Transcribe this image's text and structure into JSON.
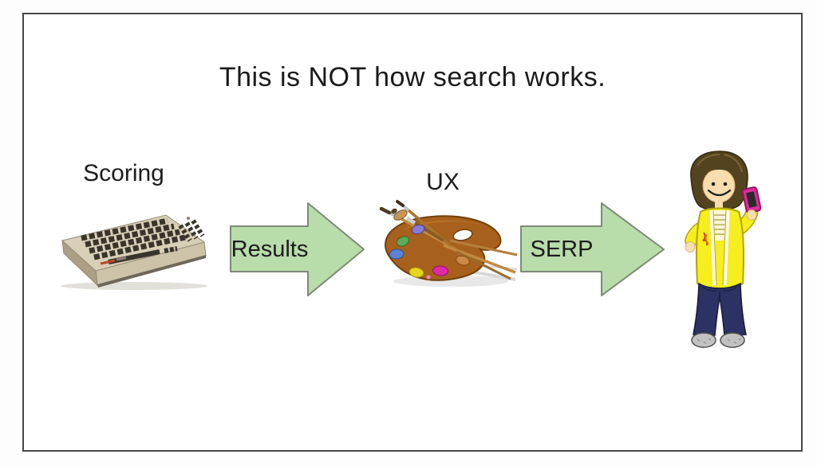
{
  "slide": {
    "title": "This is NOT how search works.",
    "flow": {
      "scoring_label": "Scoring",
      "results_arrow_label": "Results",
      "ux_label": "UX",
      "serp_arrow_label": "SERP"
    },
    "icons": {
      "keyboard": "retro-computer-keyboard",
      "palette": "paint-palette-with-brushes",
      "person": "person-holding-pink-phone"
    },
    "colors": {
      "arrow_fill": "#b9dcab",
      "arrow_border": "#7d8a77",
      "slide_border": "#474747",
      "title_text": "#1a1a1a",
      "phone_pink": "#e12a9d",
      "cardigan_yellow": "#f6ee1e",
      "jeans_navy": "#2c3263",
      "palette_brown": "#a8611c"
    }
  }
}
